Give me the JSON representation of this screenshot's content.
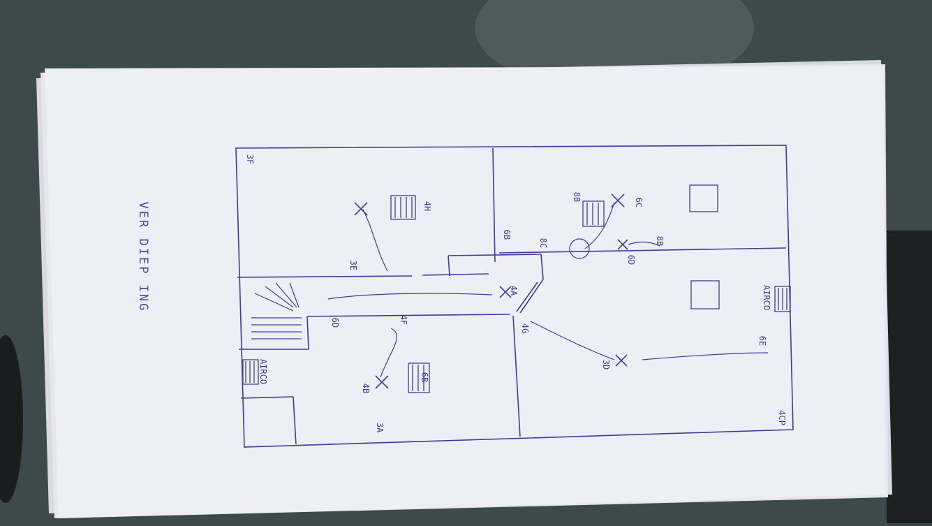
{
  "colors": {
    "table": "#3d4a4c",
    "paper": "#eeeef6",
    "ink": "#3e3b9c"
  },
  "heading": "VER DIEP ING",
  "labels": {
    "l1": "3F",
    "l2": "4H",
    "l3": "3E",
    "l4": "6B",
    "l5": "4A",
    "l6": "6C",
    "l7": "8B",
    "l8": "8B",
    "l9": "6D",
    "l10": "AIRCO",
    "l11": "AIRCO",
    "l12": "4G",
    "l13": "6E",
    "l14": "4F",
    "l15": "6D",
    "l16": "3D",
    "l17": "4CP",
    "l18": "3A",
    "l19": "4B",
    "l20": "6B",
    "l21": "8C"
  }
}
